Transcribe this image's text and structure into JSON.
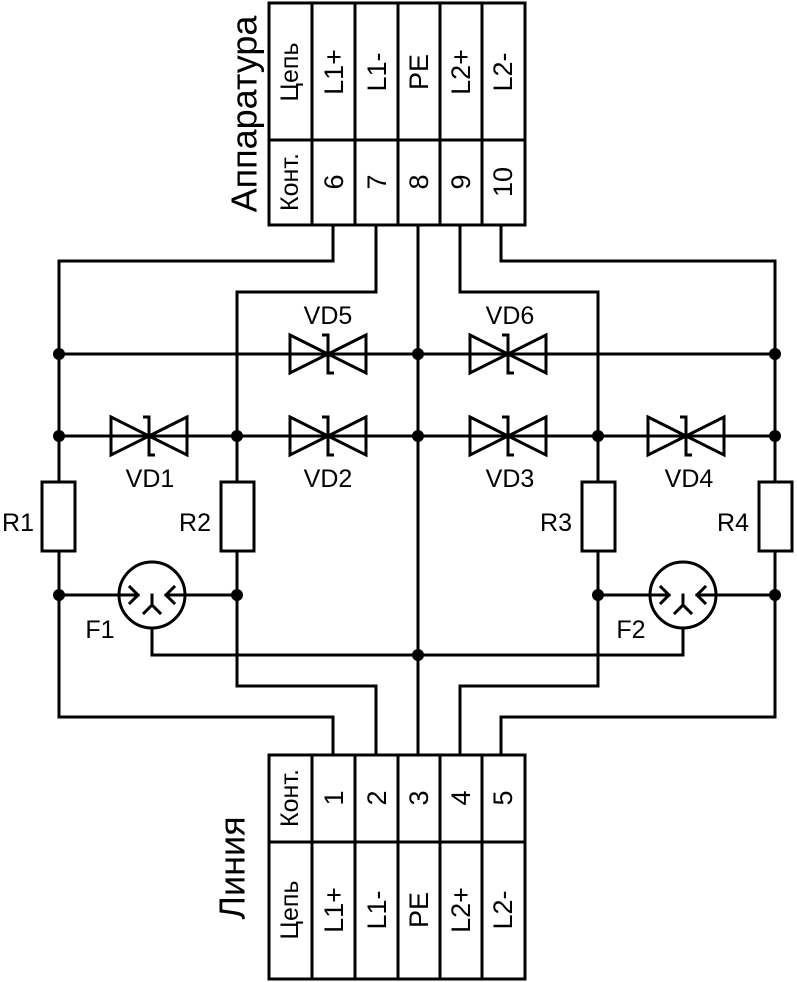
{
  "top_block": {
    "title": "Аппаратура",
    "circuit_header": "Цепь",
    "contact_header": "Конт.",
    "circuits": [
      "L1+",
      "L1-",
      "PE",
      "L2+",
      "L2-"
    ],
    "contacts": [
      "6",
      "7",
      "8",
      "9",
      "10"
    ]
  },
  "bottom_block": {
    "title": "Линия",
    "circuit_header": "Цепь",
    "contact_header": "Конт.",
    "circuits": [
      "L1+",
      "L1-",
      "PE",
      "L2+",
      "L2-"
    ],
    "contacts": [
      "1",
      "2",
      "3",
      "4",
      "5"
    ]
  },
  "components": {
    "vd1": "VD1",
    "vd2": "VD2",
    "vd3": "VD3",
    "vd4": "VD4",
    "vd5": "VD5",
    "vd6": "VD6",
    "r1": "R1",
    "r2": "R2",
    "r3": "R3",
    "r4": "R4",
    "f1": "F1",
    "f2": "F2"
  }
}
